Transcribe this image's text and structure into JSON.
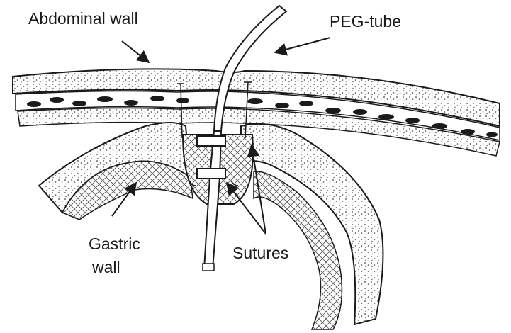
{
  "labels": {
    "abdominal_wall": "Abdominal wall",
    "peg_tube": "PEG-tube",
    "gastric_wall_line1": "Gastric",
    "gastric_wall_line2": "wall",
    "sutures": "Sutures"
  },
  "colors": {
    "ink": "#1a1a1a",
    "background": "#ffffff",
    "tissue_fill": "#ededed"
  }
}
